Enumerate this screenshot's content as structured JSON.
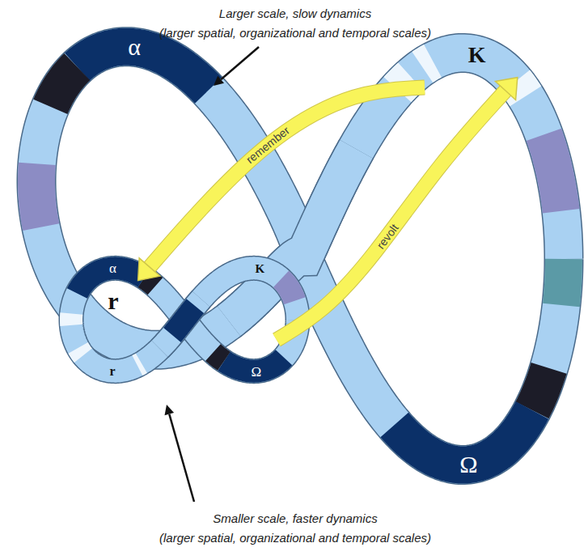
{
  "diagram": {
    "labels": [
      "Larger scale, slow dynamics",
      "(larger spatial, organizational and temporal scales)",
      "α",
      "K",
      "remember",
      "revolt",
      "Ω",
      "r",
      "α",
      "K",
      "r",
      "Ω",
      "Smaller scale, faster dynamics",
      "(larger spatial, organizational and temporal scales)"
    ]
  }
}
